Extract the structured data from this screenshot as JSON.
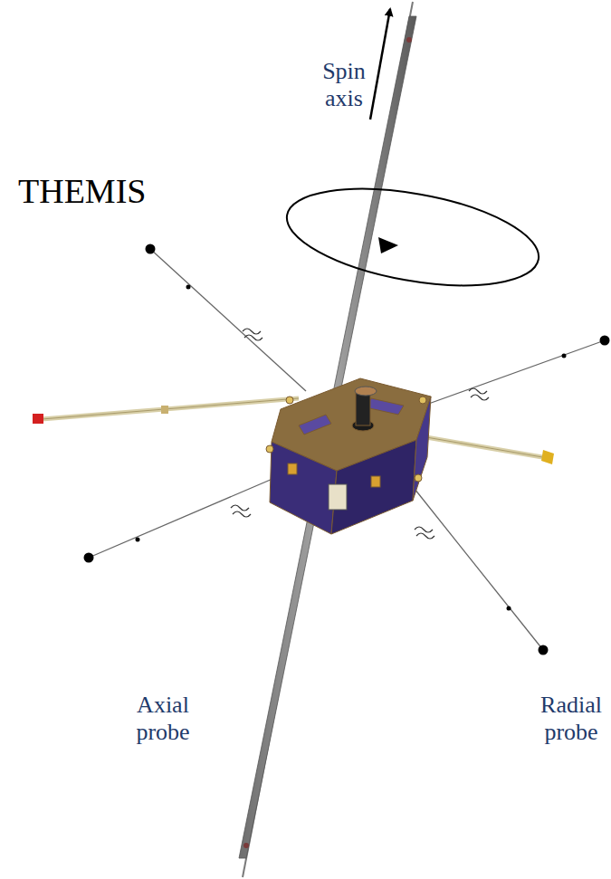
{
  "diagram": {
    "title": "THEMIS",
    "labels": [
      "Spin axis",
      "Radial probe",
      "Axial probe"
    ]
  }
}
